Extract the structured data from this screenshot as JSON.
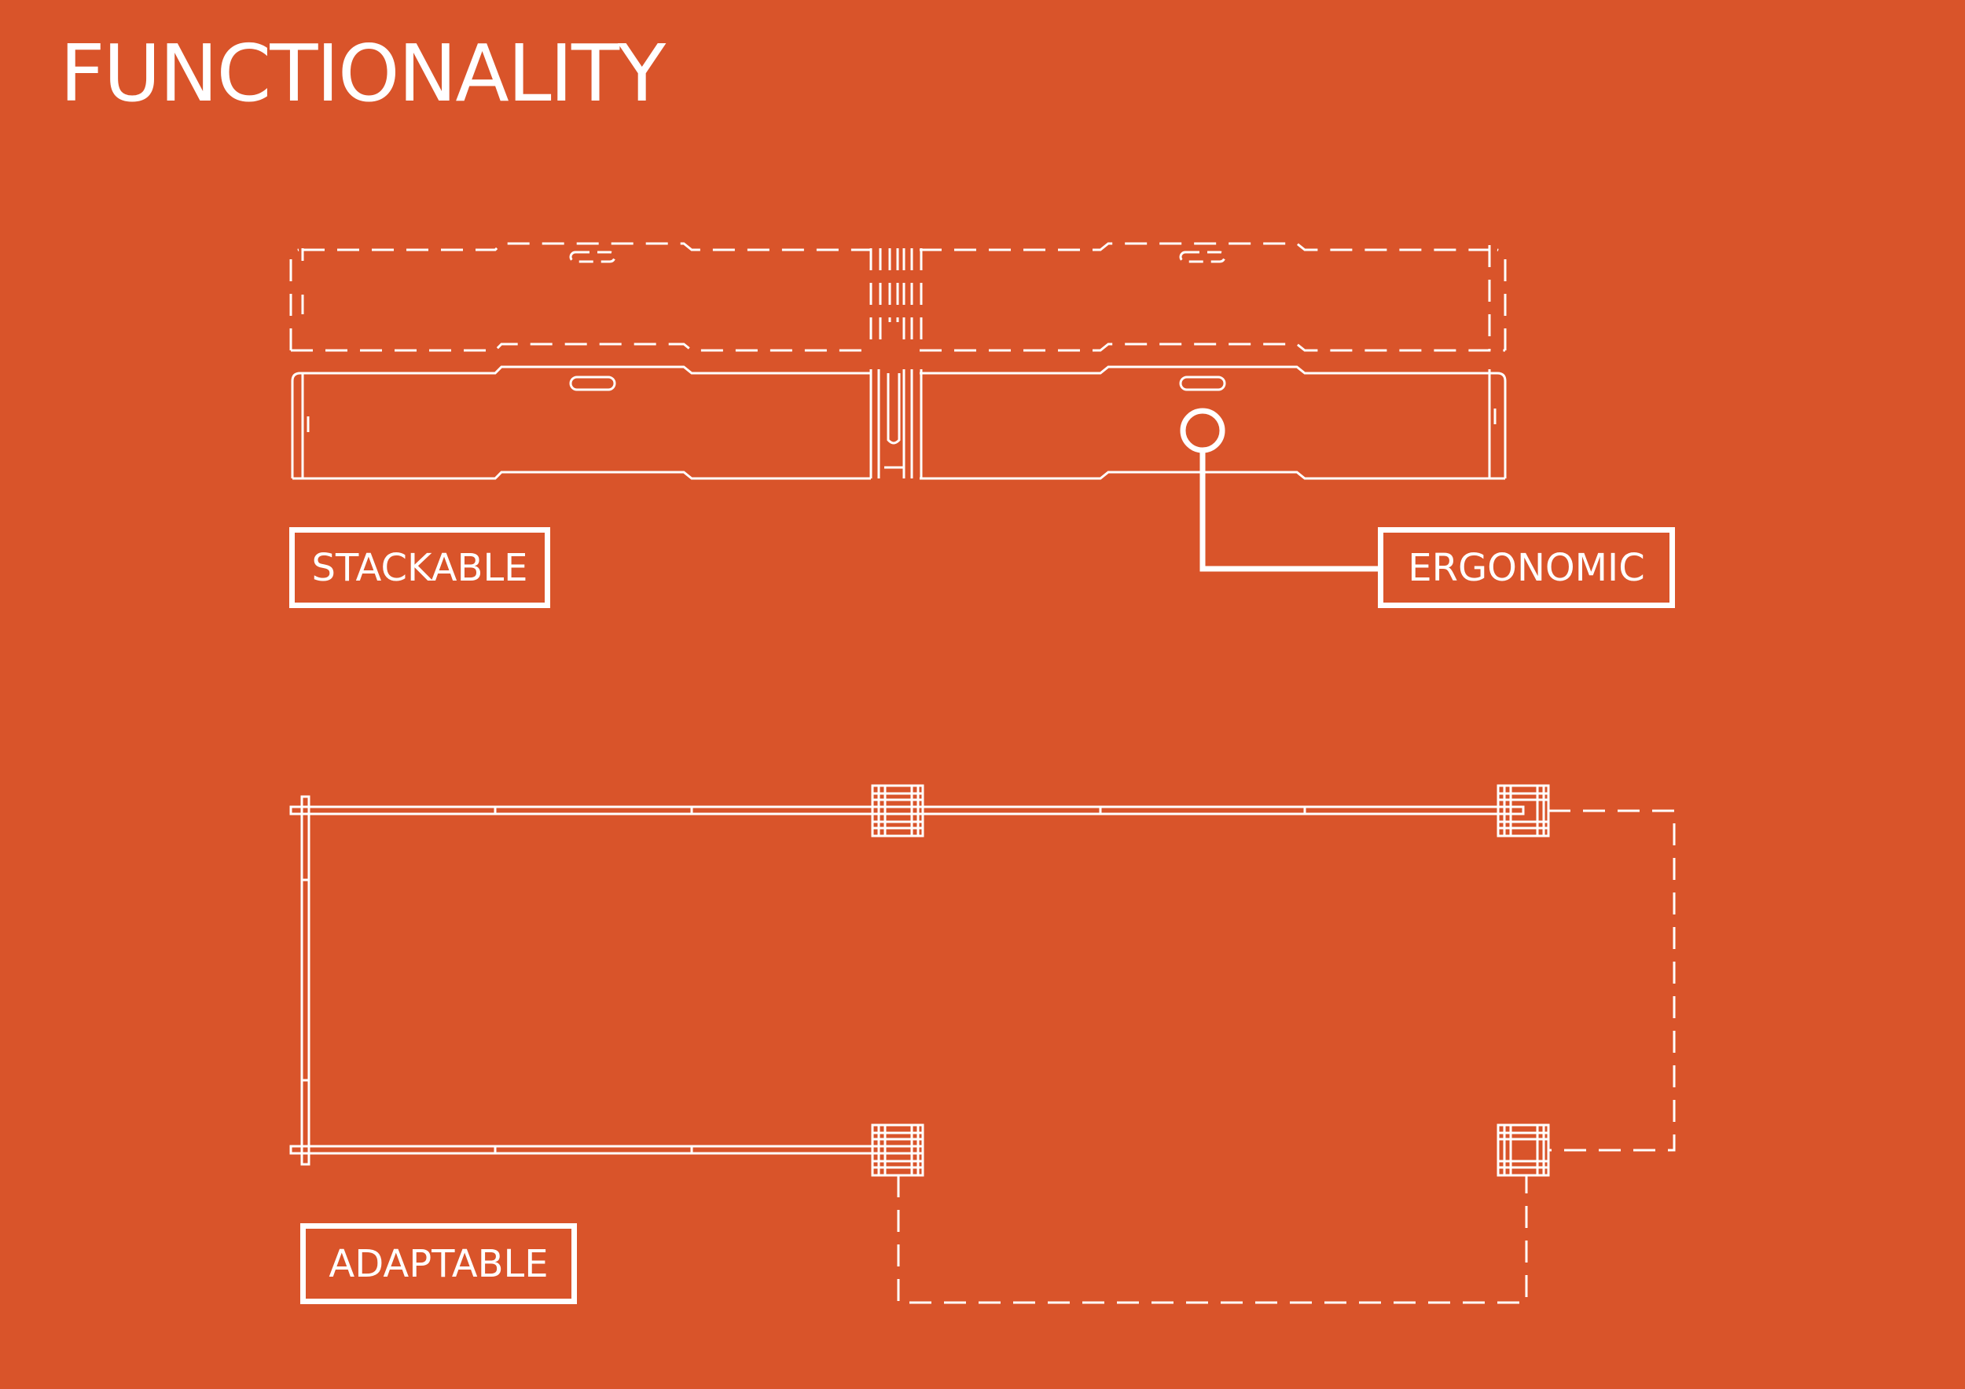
{
  "title": "FUNCTIONALITY",
  "labels": {
    "stackable": "STACKABLE",
    "ergonomic": "ERGONOMIC",
    "adaptable": "ADAPTABLE"
  },
  "colors": {
    "background": "#D9542A",
    "line": "#FFFFFF"
  }
}
